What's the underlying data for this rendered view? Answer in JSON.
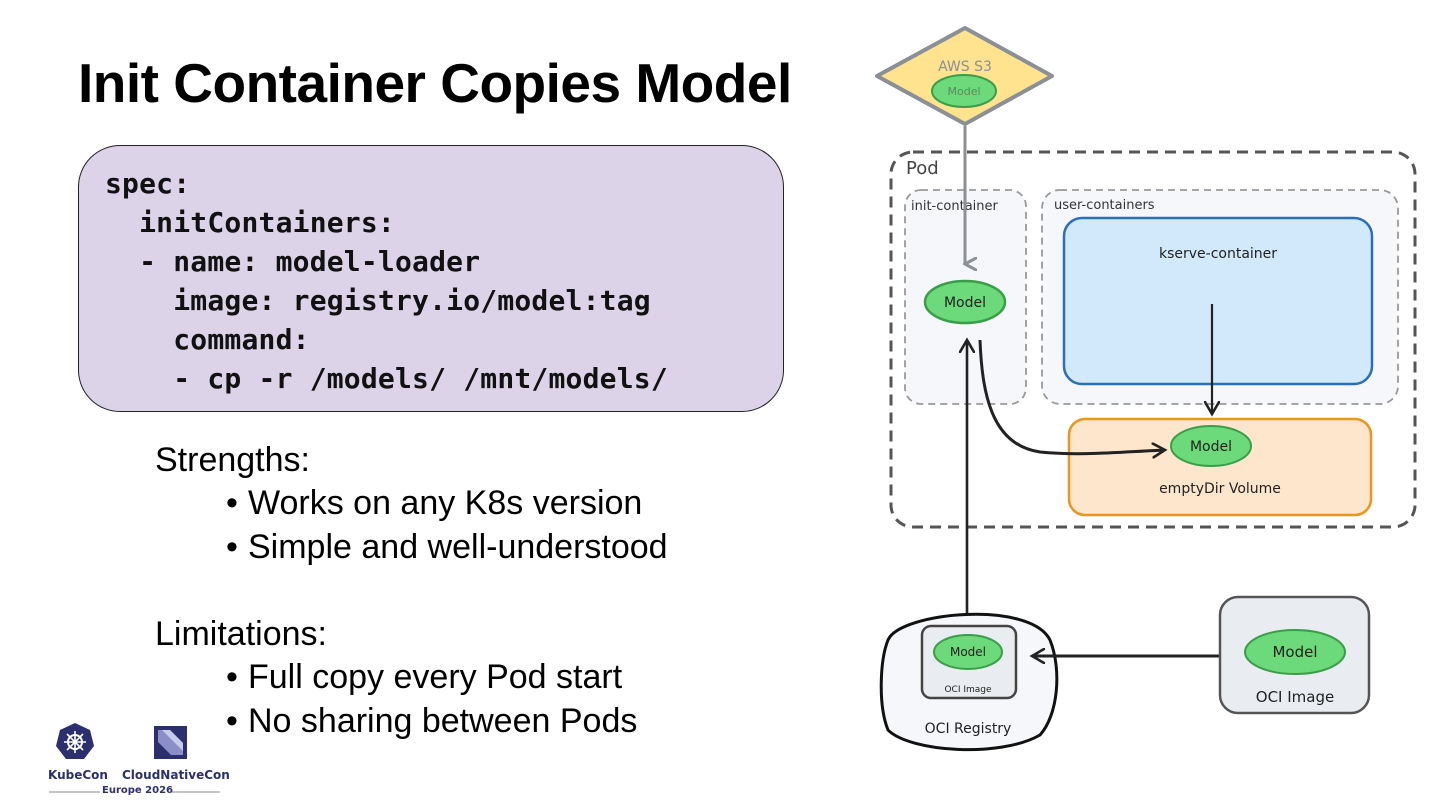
{
  "slide": {
    "title": "Init Container Copies Model",
    "code_lines": [
      "spec:",
      "  initContainers:",
      "  - name: model-loader",
      "    image: registry.io/model:tag",
      "    command:",
      "    - cp -r /models/ /mnt/models/"
    ],
    "strengths": {
      "heading": "Strengths:",
      "items": [
        "Works on any K8s version",
        "Simple and well-understood"
      ]
    },
    "limitations": {
      "heading": "Limitations:",
      "items": [
        "Full copy every Pod start",
        "No sharing between Pods"
      ]
    },
    "bullet_glyph": "•"
  },
  "footer": {
    "kubecon": "KubeCon",
    "cloudnativecon": "CloudNativeCon",
    "event": "Europe 2026"
  },
  "diagram": {
    "s3_label": "AWS S3",
    "s3_model": "Model",
    "pod_label": "Pod",
    "init_container_label": "init-container",
    "init_model": "Model",
    "user_containers_label": "user-containers",
    "kserve_label": "kserve-container",
    "volume_model": "Model",
    "volume_label": "emptyDir Volume",
    "registry_label": "OCI Registry",
    "registry_model": "Model",
    "registry_image_label": "OCI Image",
    "image_model": "Model",
    "image_label": "OCI Image",
    "colors": {
      "s3_fill": "#ffe38f",
      "model_fill": "#6cd97a",
      "model_stroke": "#3a9e48",
      "kserve_fill": "#d2e9fb",
      "kserve_stroke": "#2a6fb8",
      "volume_fill": "#fde6cc",
      "volume_stroke": "#e8961c",
      "group_fill": "#f5f7fa",
      "code_bg": "#dcd3e8",
      "logo_blue": "#2b2f6e"
    }
  }
}
